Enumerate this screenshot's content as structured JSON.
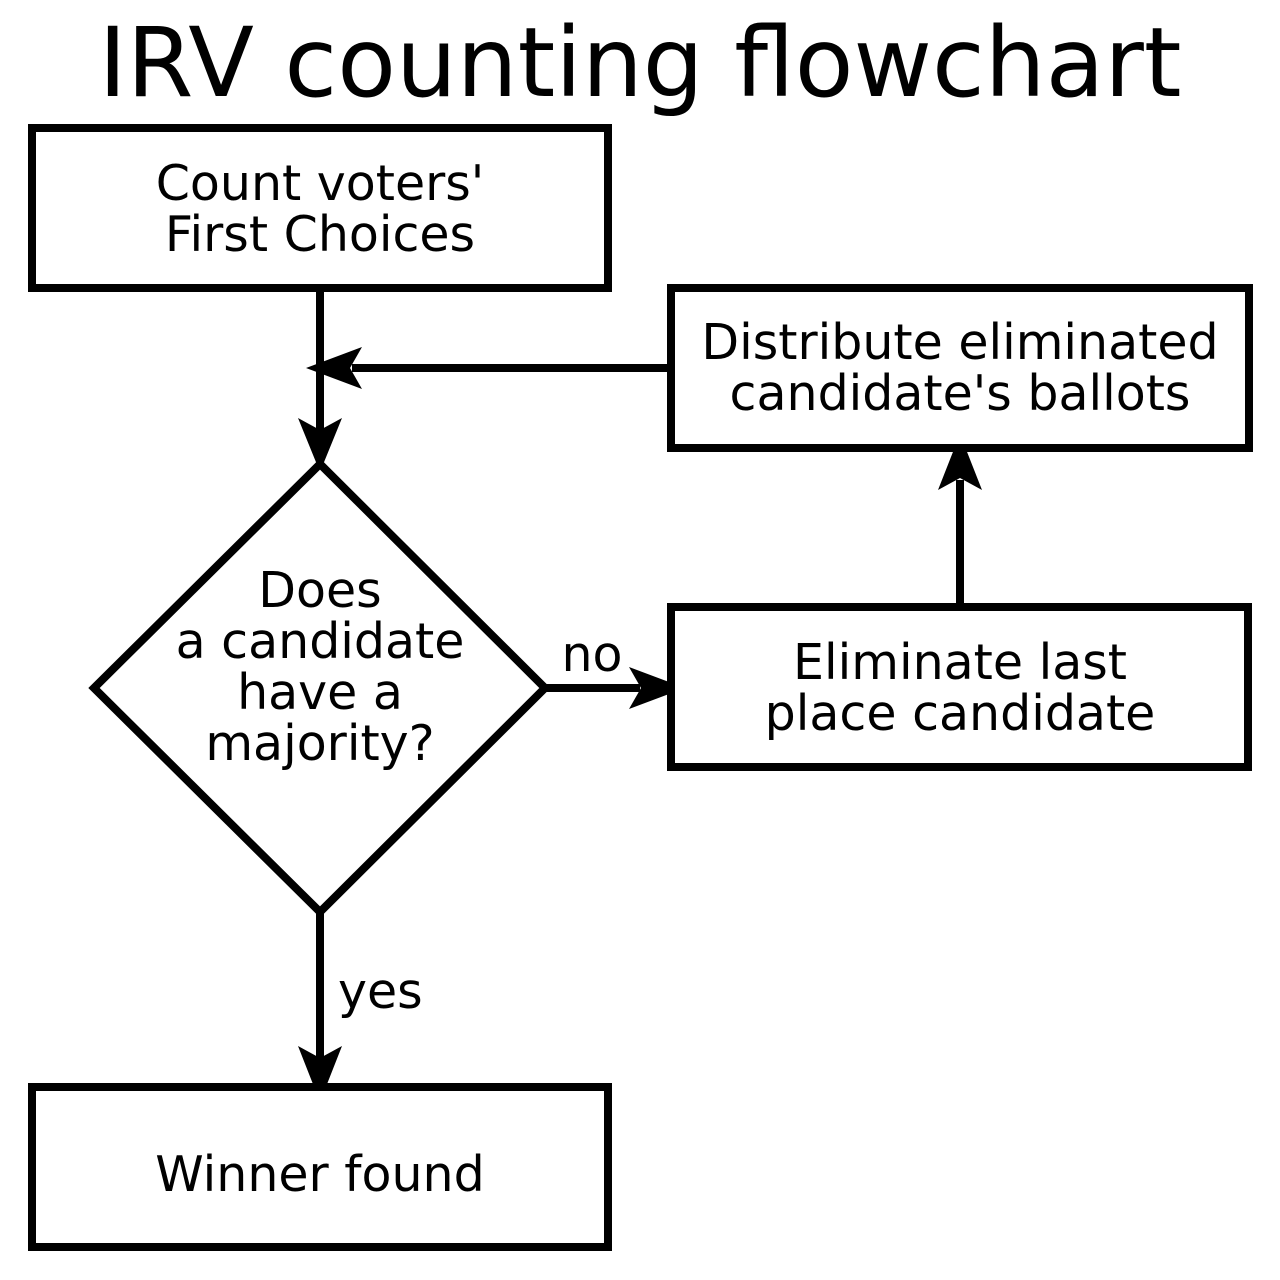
{
  "title": "IRV counting flowchart",
  "nodes": {
    "count": {
      "shape": "rectangle",
      "lines": [
        "Count voters'",
        "First Choices"
      ]
    },
    "decision": {
      "shape": "diamond",
      "lines": [
        "Does",
        "a candidate",
        "have a",
        "majority?"
      ]
    },
    "eliminate": {
      "shape": "rectangle",
      "lines": [
        "Eliminate last",
        "place candidate"
      ]
    },
    "distribute": {
      "shape": "rectangle",
      "lines": [
        "Distribute eliminated",
        "candidate's ballots"
      ]
    },
    "winner": {
      "shape": "rectangle",
      "lines": [
        "Winner found"
      ]
    }
  },
  "edges": [
    {
      "from": "count",
      "to": "decision",
      "label": ""
    },
    {
      "from": "decision",
      "to": "eliminate",
      "label": "no"
    },
    {
      "from": "eliminate",
      "to": "distribute",
      "label": ""
    },
    {
      "from": "distribute",
      "to": "decision",
      "label": ""
    },
    {
      "from": "decision",
      "to": "winner",
      "label": "yes"
    }
  ],
  "colors": {
    "stroke": "#000000",
    "fill": "#ffffff",
    "text": "#000000"
  }
}
